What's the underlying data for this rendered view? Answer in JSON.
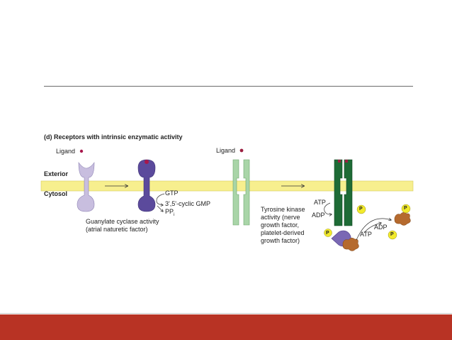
{
  "panel": {
    "title": "(d)  Receptors with intrinsic enzymatic activity",
    "ligand_left": "Ligand",
    "ligand_right": "Ligand",
    "exterior": "Exterior",
    "cytosol": "Cytosol"
  },
  "guanylate": {
    "gtp": "GTP",
    "cgmp": "3',5'-cyclic GMP",
    "ppi": "PP",
    "ppi_sub": "i",
    "caption1": "Guanylate cyclase activity",
    "caption2": "(atrial naturetic factor)"
  },
  "tyrosine": {
    "atp_top": "ATP",
    "adp_top": "ADP",
    "caption1": "Tyrosine kinase",
    "caption2": "activity (nerve",
    "caption3": "growth factor,",
    "caption4": "platelet-derived",
    "caption5": "growth factor)",
    "adp_right": "ADP",
    "atp_bottom": "ATP",
    "phosphate": "P"
  },
  "colors": {
    "membrane": "#f7ef8e",
    "guanylate_inactive": "#c8bedf",
    "guanylate_active": "#5b4a9c",
    "ligand_left": "#a8184c",
    "tyrosine_inactive": "#a9d5a8",
    "tyrosine_active": "#1e6b36",
    "ligand_right": "#9b2041",
    "phosphate": "#f2ea2c",
    "substrate": "#b56a2e",
    "footer": "#b83324"
  }
}
